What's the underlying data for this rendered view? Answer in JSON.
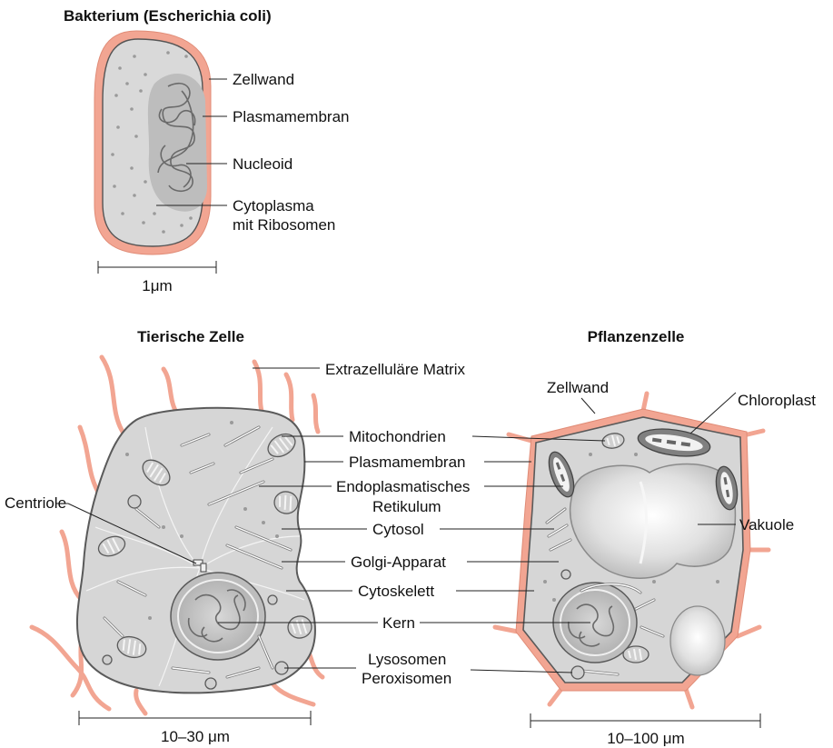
{
  "colors": {
    "membrane": "#f2a592",
    "cytoplasm": "#d6d6d6",
    "outline": "#5a5a5a",
    "nucleus": "#c4c4c4",
    "text": "#111111"
  },
  "bacterium": {
    "title": "Bakterium (Escherichia coli)",
    "labels": {
      "zellwand": "Zellwand",
      "plasmamembran": "Plasmamembran",
      "nucleoid": "Nucleoid",
      "cytoplasma_1": "Cytoplasma",
      "cytoplasma_2": "mit Ribosomen"
    },
    "scale": "1μm"
  },
  "animal": {
    "title": "Tierische Zelle",
    "labels": {
      "ecm": "Extrazelluläre Matrix",
      "mito": "Mitochondrien",
      "plasmamembran": "Plasmamembran",
      "er_1": "Endoplasmatisches",
      "er_2": "Retikulum",
      "centriole": "Centriole",
      "cytosol": "Cytosol",
      "golgi": "Golgi-Apparat",
      "cytoskelett": "Cytoskelett",
      "kern": "Kern",
      "lyso_1": "Lysosomen",
      "lyso_2": "Peroxisomen"
    },
    "scale": "10–30 μm"
  },
  "plant": {
    "title": "Pflanzenzelle",
    "labels": {
      "zellwand": "Zellwand",
      "chloroplast": "Chloroplast",
      "vakuole": "Vakuole"
    },
    "scale": "10–100 μm"
  }
}
